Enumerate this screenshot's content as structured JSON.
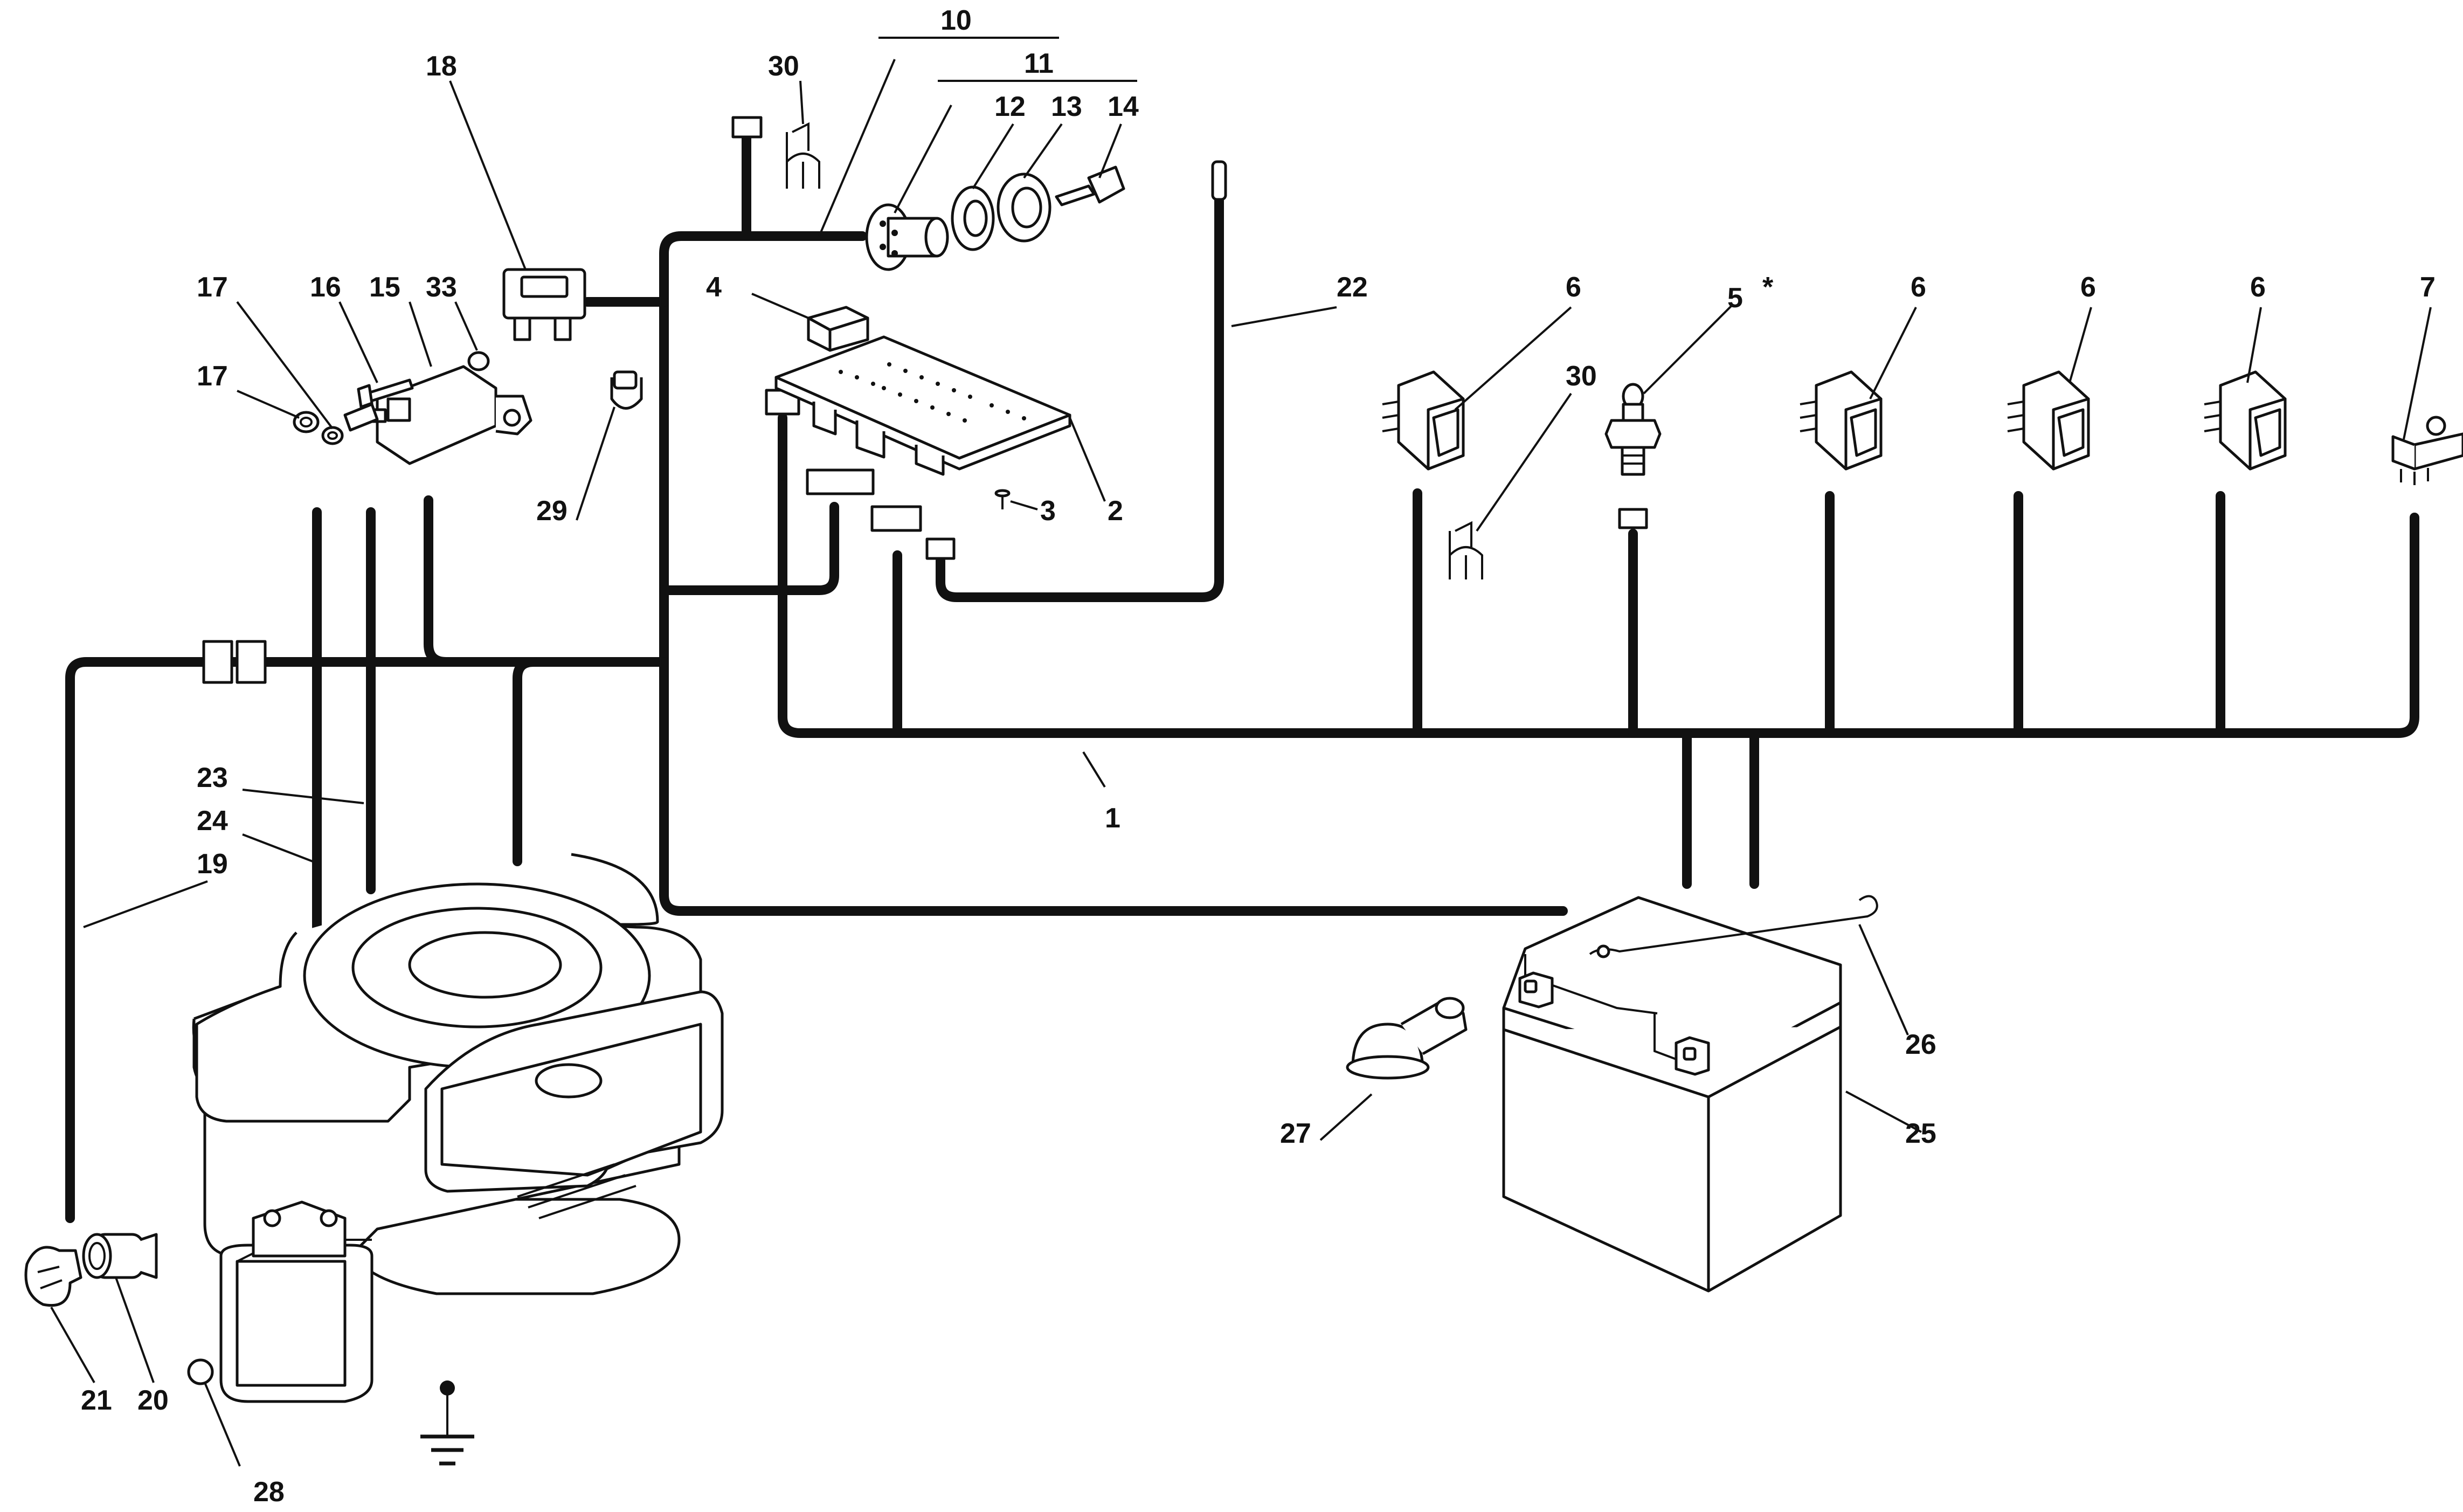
{
  "callouts": [
    {
      "id": "1",
      "text": "1"
    },
    {
      "id": "2",
      "text": "2"
    },
    {
      "id": "3",
      "text": "3"
    },
    {
      "id": "4",
      "text": "4"
    },
    {
      "id": "5",
      "text": "5"
    },
    {
      "id": "5-star",
      "text": "*"
    },
    {
      "id": "6a",
      "text": "6"
    },
    {
      "id": "6b",
      "text": "6"
    },
    {
      "id": "6c",
      "text": "6"
    },
    {
      "id": "6d",
      "text": "6"
    },
    {
      "id": "7",
      "text": "7"
    },
    {
      "id": "10",
      "text": "10"
    },
    {
      "id": "11",
      "text": "11"
    },
    {
      "id": "12",
      "text": "12"
    },
    {
      "id": "13",
      "text": "13"
    },
    {
      "id": "14",
      "text": "14"
    },
    {
      "id": "15",
      "text": "15"
    },
    {
      "id": "16",
      "text": "16"
    },
    {
      "id": "17a",
      "text": "17"
    },
    {
      "id": "17b",
      "text": "17"
    },
    {
      "id": "18",
      "text": "18"
    },
    {
      "id": "19",
      "text": "19"
    },
    {
      "id": "20",
      "text": "20"
    },
    {
      "id": "21",
      "text": "21"
    },
    {
      "id": "22",
      "text": "22"
    },
    {
      "id": "23",
      "text": "23"
    },
    {
      "id": "24",
      "text": "24"
    },
    {
      "id": "25",
      "text": "25"
    },
    {
      "id": "26",
      "text": "26"
    },
    {
      "id": "27",
      "text": "27"
    },
    {
      "id": "28",
      "text": "28"
    },
    {
      "id": "29",
      "text": "29"
    },
    {
      "id": "30a",
      "text": "30"
    },
    {
      "id": "30b",
      "text": "30"
    },
    {
      "id": "33",
      "text": "33"
    }
  ],
  "colors": {
    "line": "#111111",
    "background": "#ffffff"
  }
}
